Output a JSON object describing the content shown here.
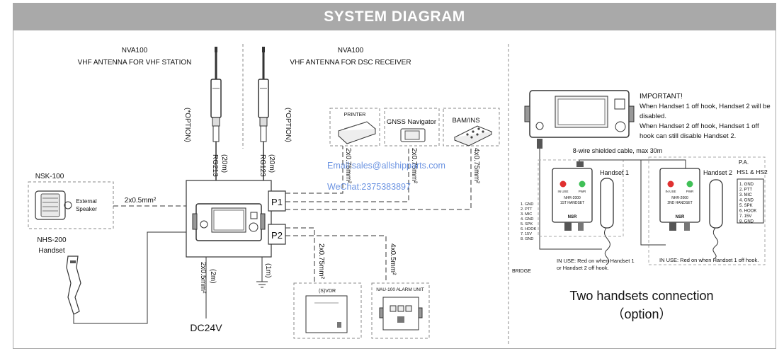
{
  "title": "SYSTEM DIAGRAM",
  "antenna_vhf": {
    "model": "NVA100",
    "desc": "VHF ANTENNA FOR VHF STATION",
    "option": "(*OPTION)",
    "cable_len": "(20m)",
    "cable_type": "RG213"
  },
  "antenna_dsc": {
    "model": "NVA100",
    "desc": "VHF ANTENNA FOR DSC RECEIVER",
    "option": "(*OPTION)",
    "cable_len": "(20m)",
    "cable_type": "RG123"
  },
  "speaker": {
    "model": "NSK-100",
    "label_line1": "External",
    "label_line2": "Speaker",
    "cable": "2x0.5mm²"
  },
  "handset": {
    "model": "NHS-200",
    "label": "Handset"
  },
  "ports": {
    "p1": "P1",
    "p2": "P2"
  },
  "power": {
    "cable_len": "(2m)",
    "cable": "2x0.5mm²",
    "ground_len": "(1m)",
    "label": "DC24V"
  },
  "devices": {
    "printer": "PRINTER",
    "gnss": "GNSS Navigator",
    "bam": "BAM/INS",
    "vdr": "(S)VDR",
    "alarm": "NAU-100 ALARM UNIT"
  },
  "cables": {
    "printer": "2x0.75mm²",
    "gnss": "2x0.75mm²",
    "bam": "4x0.75mm²",
    "vdr": "2x0.75mm²",
    "alarm": "4x0.5mm²"
  },
  "watermark": {
    "email": "Email:sales@allshipparts.com",
    "wechat": "WeChat:2375383897"
  },
  "important": {
    "title": "IMPORTANT!",
    "lines": [
      "When Handset 1 off hook, Handset 2 will be",
      "disabled.",
      "When Handset 2 off hook, Handset 1 off",
      "hook can still disable Handset 2."
    ]
  },
  "shielded_cable": "8-wire shielded cable, max 30m",
  "handset1": {
    "title": "Handset 1",
    "brand": "NSR",
    "model_line1": "NHR-2000",
    "model_line2": "1ST HANDSET",
    "lamp1": "IN USE",
    "lamp2": "PWR",
    "in_use": [
      "IN USE: Red on when Handset 1",
      "or Handset 2 off hook."
    ]
  },
  "handset2": {
    "title": "Handset 2",
    "brand": "NSR",
    "model_line1": "NHR-2000",
    "model_line2": "2ND HANDSET",
    "lamp1": "IN USE",
    "lamp2": "PWR",
    "in_use": [
      "IN USE: Red on when Handset 1 off hook."
    ]
  },
  "pa": {
    "label": "P.A.",
    "hs": "HS1 & HS2"
  },
  "pins_left": [
    "1. GND",
    "2. PTT",
    "3. MIC",
    "4. GND",
    "5. SPK",
    "6. HOOK",
    "7. 15V",
    "8. GND"
  ],
  "pins_right": [
    "1. GND",
    "2. PTT",
    "3. MIC",
    "4. GND",
    "5. SPK",
    "6. HOOK",
    "7. 15V",
    "8. GND"
  ],
  "bridge": "BRIDGE",
  "caption": {
    "line1": "Two handsets connection",
    "line2": "（option）"
  }
}
